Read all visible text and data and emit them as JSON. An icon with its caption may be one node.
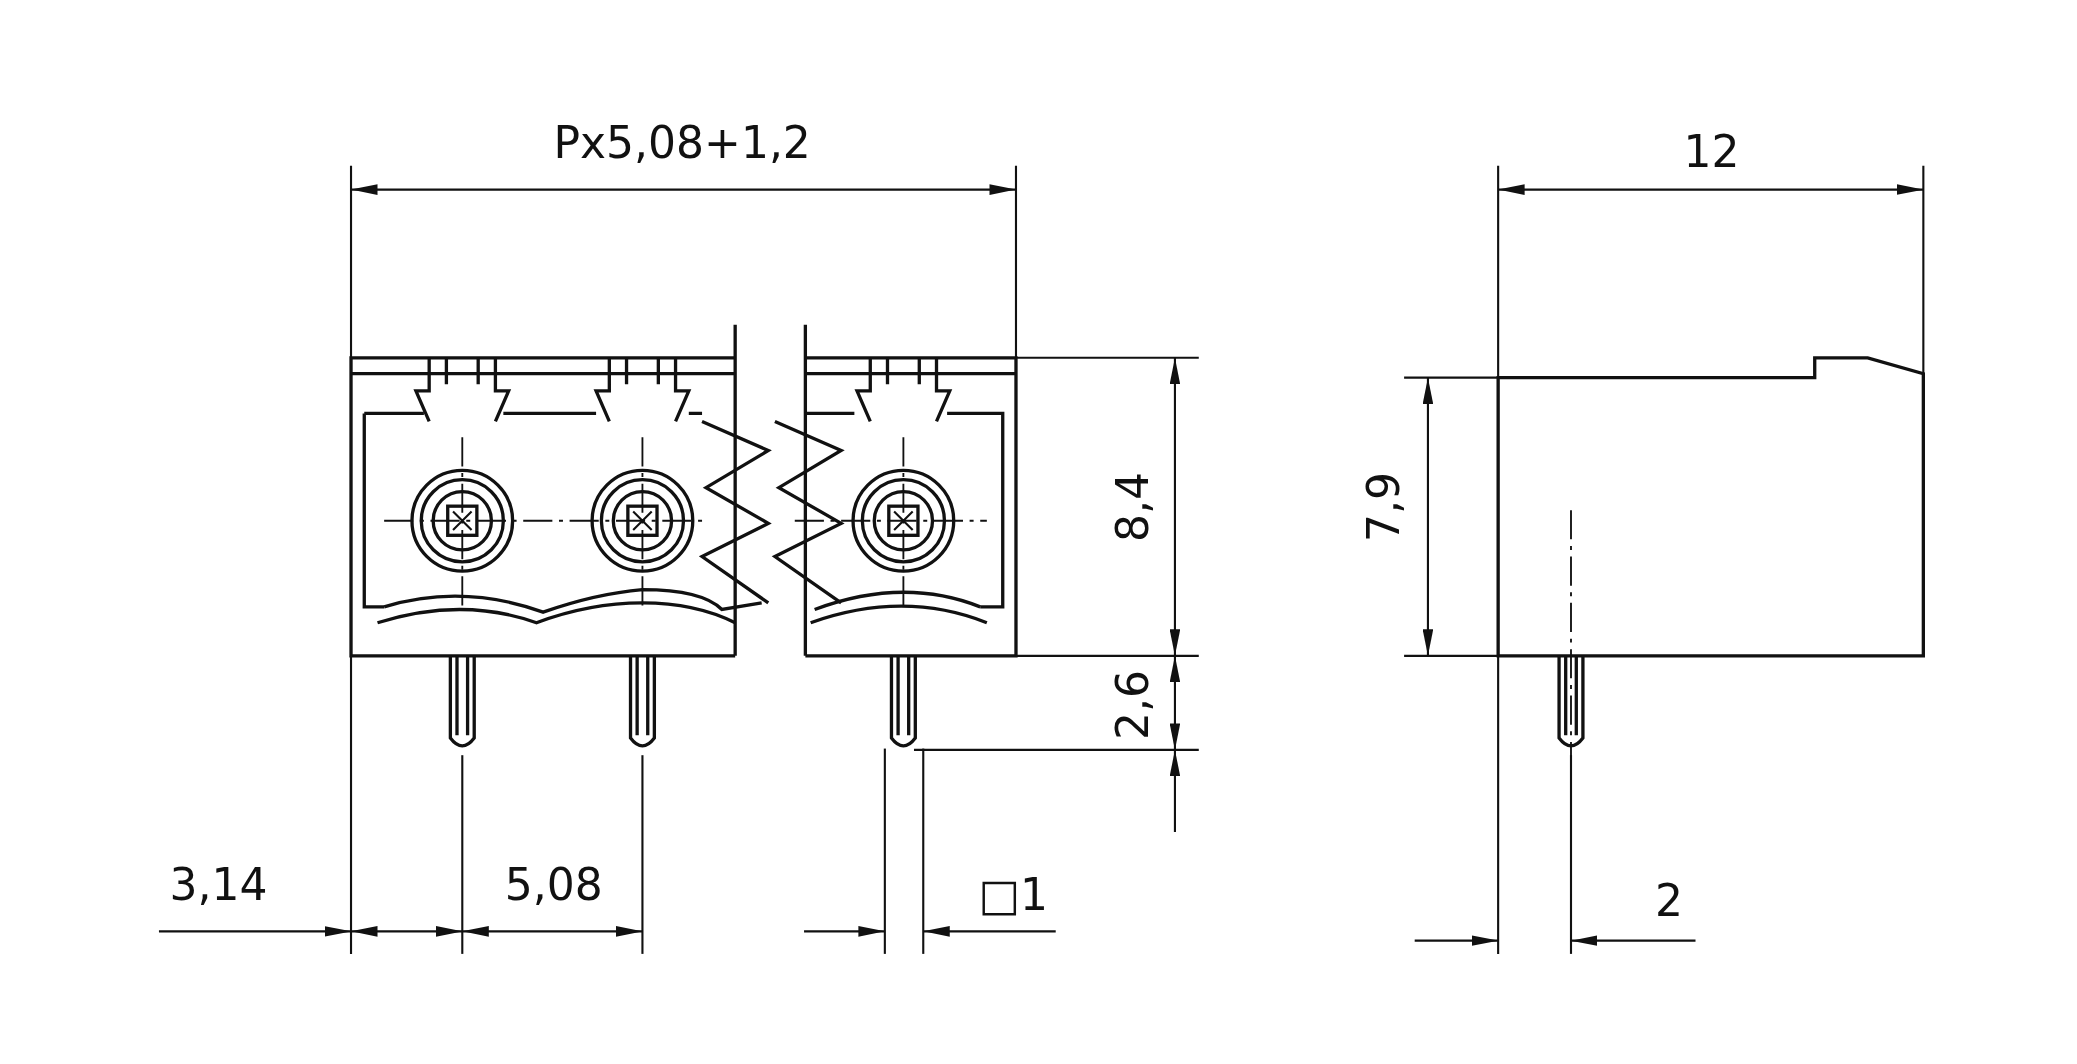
{
  "diagram": {
    "labels": [
      "Px5,08+1,2",
      "12",
      "8,4",
      "7,9",
      "2,6",
      "3,14",
      "5,08",
      "□1",
      "2"
    ]
  }
}
